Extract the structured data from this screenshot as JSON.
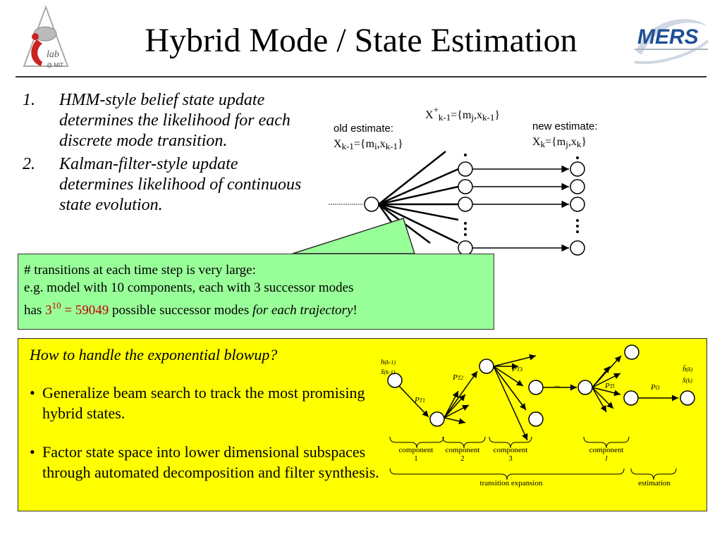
{
  "title": "Hybrid Mode / State Estimation",
  "logos": {
    "left_text": "lab",
    "left_sub": "@ MIT",
    "right_text": "MERS"
  },
  "points": [
    {
      "num": "1.",
      "text": "HMM-style belief state update determines the likelihood for each discrete mode transition."
    },
    {
      "num": "2.",
      "text": "Kalman-filter-style update determines likelihood of continuous state evolution."
    }
  ],
  "diagram_top": {
    "x_plus": {
      "base": "X",
      "sup": "+",
      "sub": "k-1",
      "rest_a": "={m",
      "sub_a": "j",
      "rest_b": ",x",
      "sub_b": "k-1",
      "rest_c": "}"
    },
    "old_label": "old estimate:",
    "old_x": {
      "base": "X",
      "sub": "k-1",
      "rest_a": "={m",
      "sub_a": "i",
      "rest_b": ",x",
      "sub_b": "k-1",
      "rest_c": "}"
    },
    "new_label": "new estimate:",
    "new_x": {
      "base": "X",
      "sub": "k",
      "rest_a": "={m",
      "sub_a": "j",
      "rest_b": ",x",
      "sub_b": "k",
      "rest_c": "}"
    }
  },
  "green_box": {
    "line1": "# transitions at each time step is very large:",
    "line2": "e.g. model with 10 components, each with 3 successor modes",
    "line3_a": "has ",
    "line3_base": "3",
    "line3_exp": "10",
    "line3_eq": " = 59049",
    "line3_b": " possible successor modes ",
    "line3_it": "for each trajectory",
    "line3_c": "!"
  },
  "yellow_box": {
    "question": "How to handle the exponential blowup?",
    "bullets": [
      "Generalize beam search to track the most promising hybrid states.",
      "Factor state space into lower dimensional subspaces through automated decomposition and filter synthesis."
    ],
    "bullet_char": "•"
  },
  "diagram_bottom": {
    "h_in": "h",
    "h_in_sub": "(k-1)",
    "x_in": "x̂",
    "x_in_sub": "(k-1)",
    "pt1": "P",
    "pt1_sub": "T1",
    "pt2": "P",
    "pt2_sub": "T2",
    "pt3": "P",
    "pt3_sub": "T3",
    "ptl": "P",
    "ptl_sub": "Tl",
    "po": "P",
    "po_sub": "O",
    "h_out": "h̄",
    "h_out_sub": "(k)",
    "x_out": "x̂",
    "x_out_sub": "(k)",
    "ellipsis": "...",
    "components": [
      {
        "line1": "component",
        "line2": "1"
      },
      {
        "line1": "component",
        "line2": "2"
      },
      {
        "line1": "component",
        "line2": "3"
      },
      {
        "line1": "component",
        "line2": "l"
      }
    ],
    "transition_label": "transition expansion",
    "estimation_label": "estimation"
  },
  "colors": {
    "green_box": "#99ff99",
    "yellow_box": "#ffff00",
    "highlight": "#c00000",
    "logo_red": "#cc2222",
    "logo_blue": "#1f4e96"
  }
}
